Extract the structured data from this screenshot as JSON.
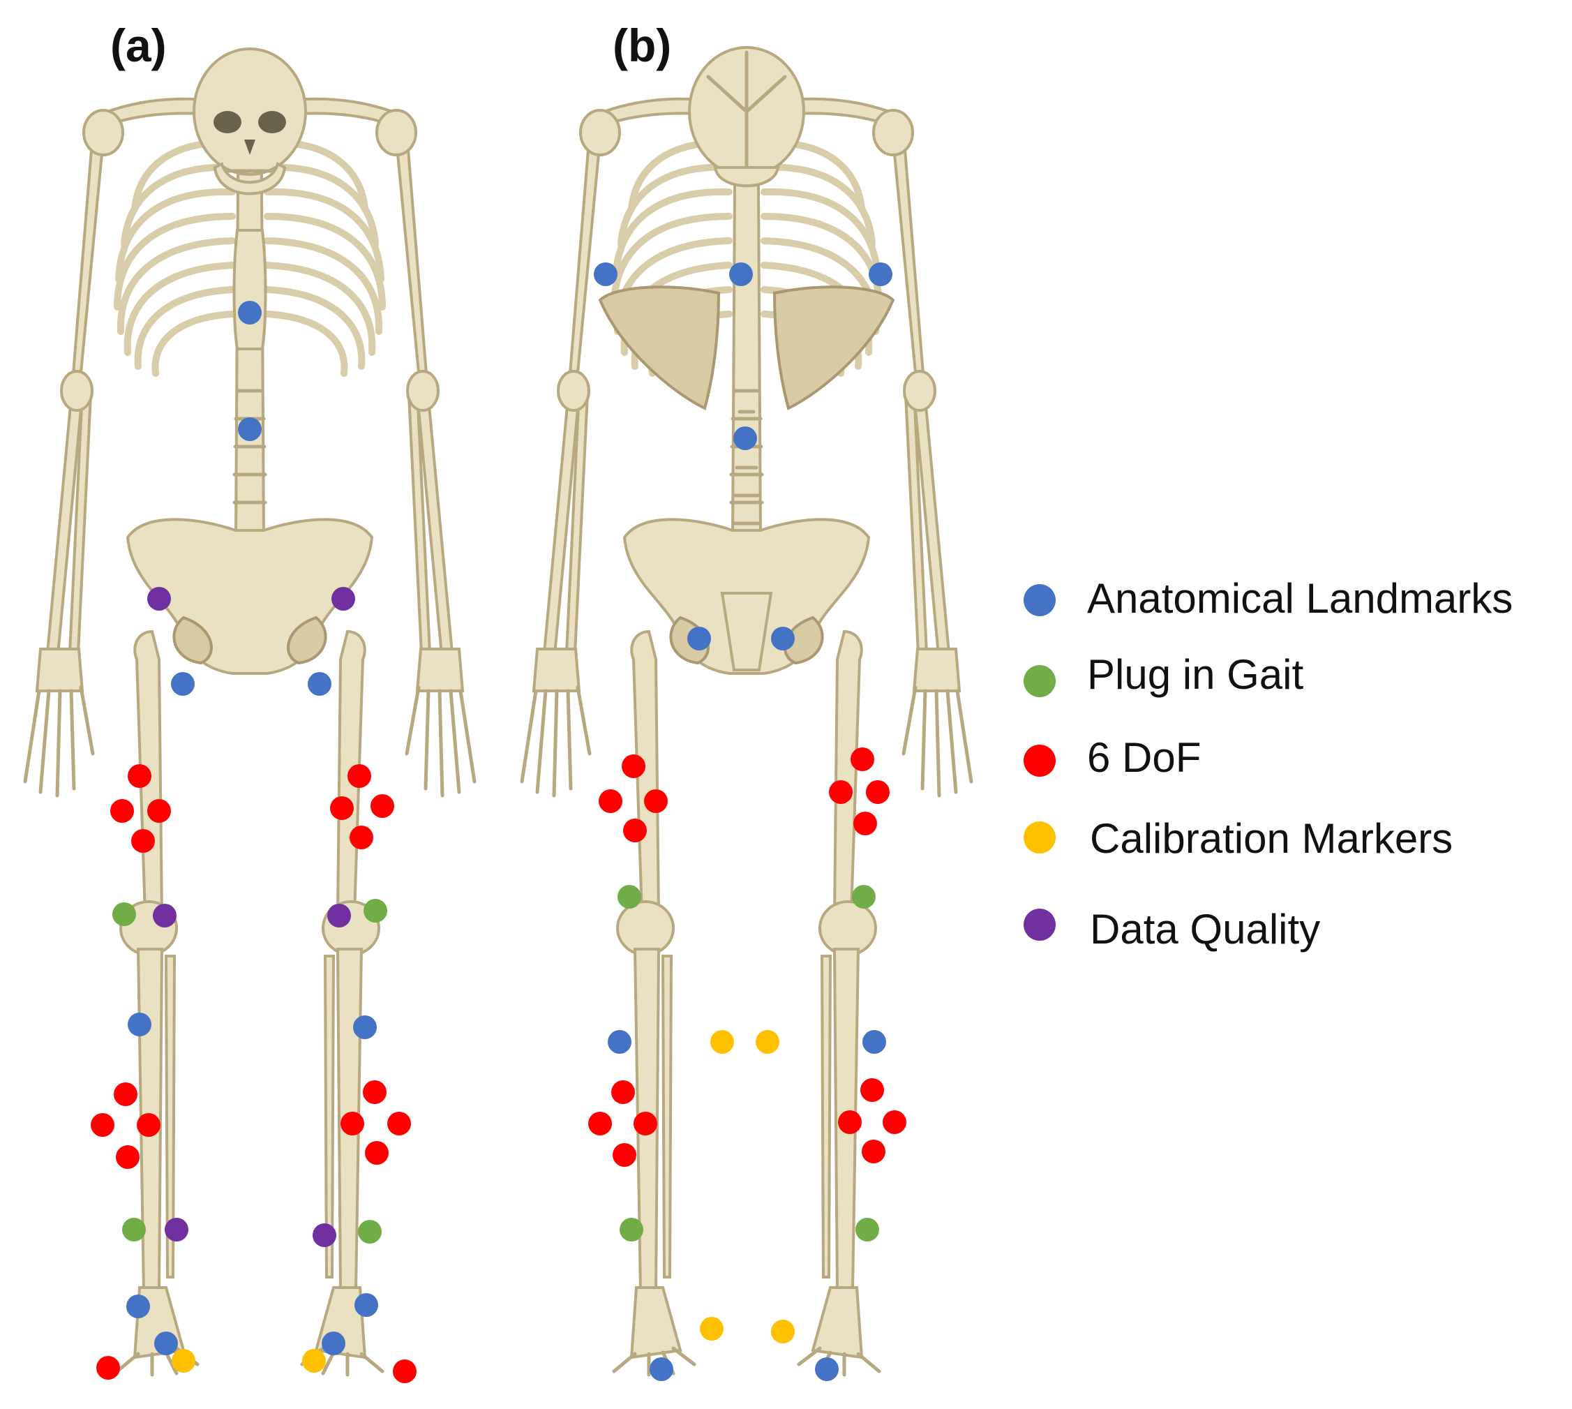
{
  "panels": [
    {
      "label": "(a)",
      "view": "anterior"
    },
    {
      "label": "(b)",
      "view": "posterior"
    }
  ],
  "legend": [
    {
      "label": "Anatomical Landmarks",
      "color": "#4472c4"
    },
    {
      "label": "Plug in Gait",
      "color": "#70ad47"
    },
    {
      "label": "6 DoF",
      "color": "#ff0000"
    },
    {
      "label": "Calibration Markers",
      "color": "#ffc000"
    },
    {
      "label": "Data Quality",
      "color": "#7030a0"
    }
  ],
  "marker_counts": {
    "anterior": {
      "anatomical_landmarks": 10,
      "plug_in_gait": 4,
      "six_dof": 18,
      "calibration_markers": 2,
      "data_quality": 6
    },
    "posterior": {
      "anatomical_landmarks": 10,
      "plug_in_gait": 4,
      "six_dof": 16,
      "calibration_markers": 4,
      "data_quality": 0
    }
  }
}
